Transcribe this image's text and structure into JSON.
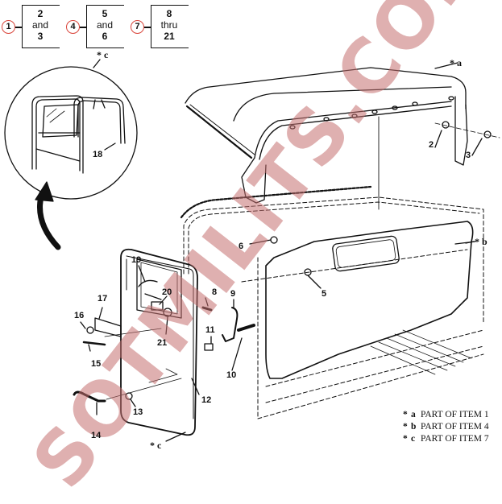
{
  "group_keys": [
    {
      "item": "1",
      "line1": "2",
      "line2": "and",
      "line3": "3"
    },
    {
      "item": "4",
      "line1": "5",
      "line2": "and",
      "line3": "6"
    },
    {
      "item": "7",
      "line1": "8",
      "line2": "thru",
      "line3": "21"
    }
  ],
  "callouts": {
    "c2": "2",
    "c3": "3",
    "c5": "5",
    "c6": "6",
    "c8": "8",
    "c9": "9",
    "c10": "10",
    "c11": "11",
    "c12": "12",
    "c13": "13",
    "c14": "14",
    "c15": "15",
    "c16": "16",
    "c17": "17",
    "c18": "18",
    "c19": "19",
    "c20": "20",
    "c21": "21"
  },
  "notes": {
    "a": "* a",
    "b": "* b",
    "c_detail": "* c",
    "c_door": "* c"
  },
  "legend": [
    {
      "asterisk": "*",
      "letter": "a",
      "text": "PART OF ITEM 1"
    },
    {
      "asterisk": "*",
      "letter": "b",
      "text": "PART OF ITEM 4"
    },
    {
      "asterisk": "*",
      "letter": "c",
      "text": "PART OF ITEM 7"
    }
  ],
  "watermark": "SOTMILITS.COM",
  "colors": {
    "item_circle": "#d9443a",
    "watermark": "#c47070",
    "line": "#111111"
  }
}
